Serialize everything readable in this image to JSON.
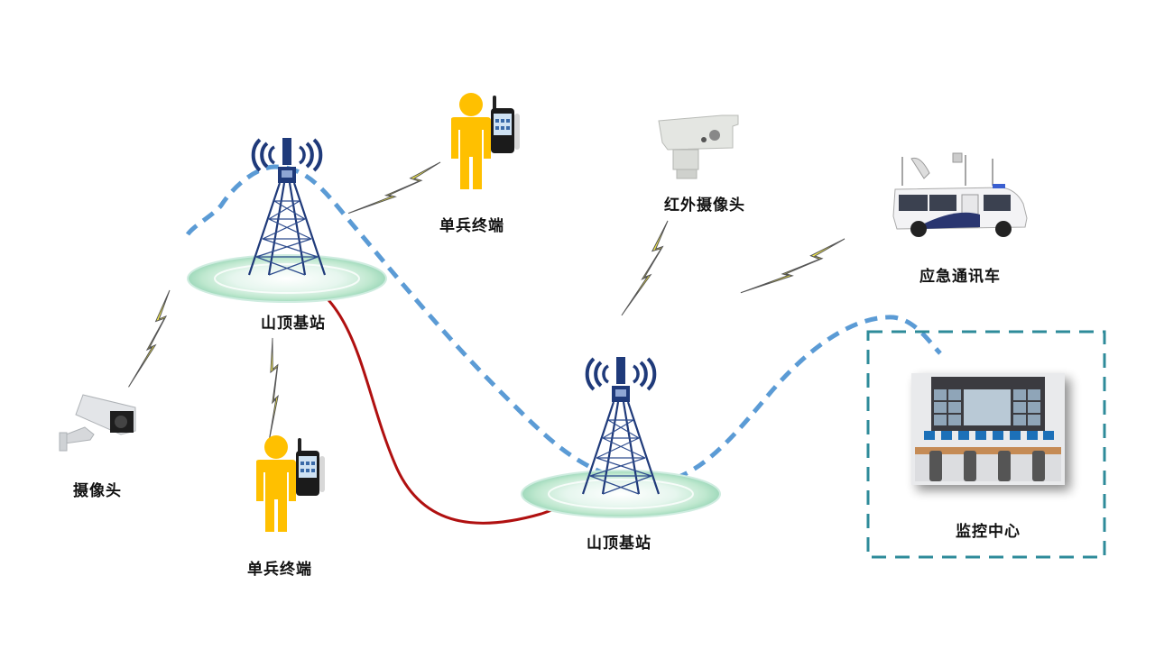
{
  "diagram": {
    "title": "",
    "colors": {
      "wireless_path": "#5B9BD5",
      "wired_link": "#B01010",
      "monitor_box": "#2E8B9A",
      "lightning_fill": "#FFF200",
      "person": "#FFC000",
      "tower": "#1F3A7A"
    },
    "nodes": [
      {
        "id": "tower-1",
        "type": "base-station",
        "label": "山顶基站"
      },
      {
        "id": "tower-2",
        "type": "base-station",
        "label": "山顶基站"
      },
      {
        "id": "terminal-top",
        "type": "handheld-terminal",
        "label": "单兵终端"
      },
      {
        "id": "terminal-bottom",
        "type": "handheld-terminal",
        "label": "单兵终端"
      },
      {
        "id": "ir-camera",
        "type": "infrared-camera",
        "label": "红外摄像头"
      },
      {
        "id": "vehicle",
        "type": "emergency-comm-vehicle",
        "label": "应急通讯车"
      },
      {
        "id": "camera",
        "type": "cctv-camera",
        "label": "摄像头"
      },
      {
        "id": "monitor-center",
        "type": "monitoring-center",
        "label": "监控中心"
      }
    ],
    "links": [
      {
        "from": "tower-1",
        "to": "terminal-top",
        "style": "wireless"
      },
      {
        "from": "tower-1",
        "to": "camera",
        "style": "wireless"
      },
      {
        "from": "tower-1",
        "to": "terminal-bottom",
        "style": "wireless"
      },
      {
        "from": "tower-2",
        "to": "ir-camera",
        "style": "wireless"
      },
      {
        "from": "tower-2",
        "to": "vehicle",
        "style": "wireless"
      },
      {
        "from": "tower-1",
        "to": "tower-2",
        "style": "wired"
      },
      {
        "from": "tower-2",
        "to": "monitor-center",
        "style": "dashed-path"
      }
    ]
  }
}
